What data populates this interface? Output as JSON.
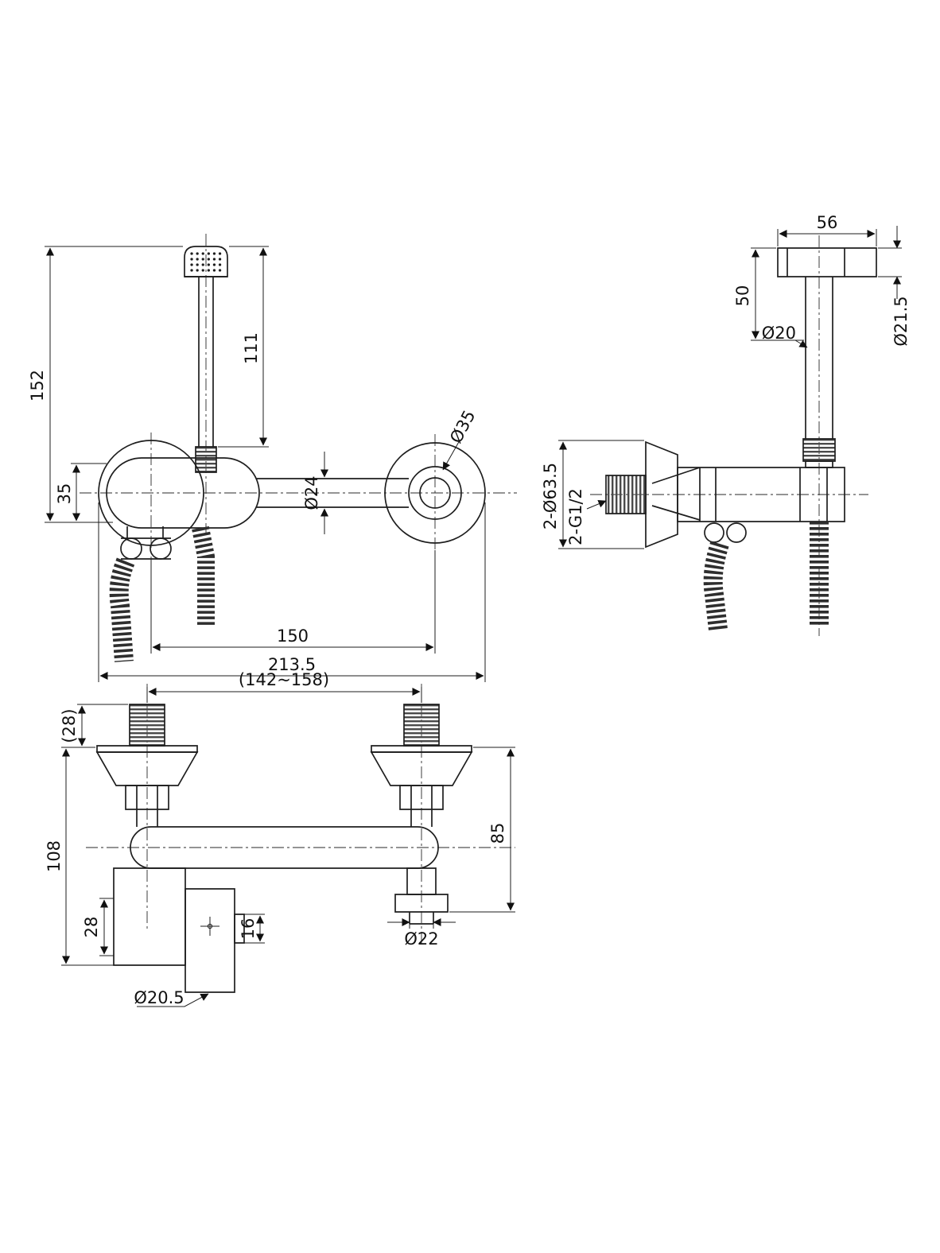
{
  "title": "Bidet sprayer mixer - technical dimension drawing",
  "views": {
    "front": {
      "dim_152": "152",
      "dim_111": "111",
      "dim_35": "35",
      "dia_24": "Ø24",
      "dia_35": "Ø35",
      "dim_150": "150",
      "dim_213_5": "213.5"
    },
    "side": {
      "dim_56": "56",
      "dim_50": "50",
      "dia_20": "Ø20",
      "dia_21_5": "Ø21.5",
      "dia_2_63_5": "2-Ø63.5",
      "thread_2_g12": "2-G1/2"
    },
    "bottom": {
      "dim_range": "(142~158)",
      "dim_28_ref": "(28)",
      "dim_108": "108",
      "dim_28": "28",
      "dim_16": "16",
      "dia_20_5": "Ø20.5",
      "dia_22": "Ø22",
      "dim_85": "85"
    }
  }
}
